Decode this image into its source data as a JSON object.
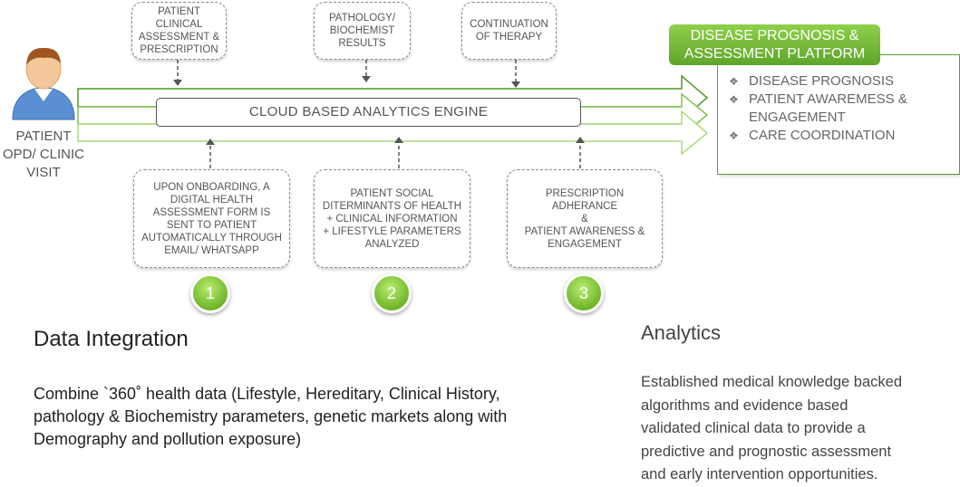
{
  "patient": {
    "label": "PATIENT\nOPD/ CLINIC\nVISIT"
  },
  "top_boxes": [
    {
      "text": "PATIENT\nCLINICAL\nASSESSMENT &\nPRESCRIPTION"
    },
    {
      "text": "PATHOLOGY/\nBIOCHEMIST\nRESULTS"
    },
    {
      "text": "CONTINUATION\nOF THERAPY"
    }
  ],
  "engine": {
    "label": "CLOUD BASED ANALYTICS ENGINE"
  },
  "bottom_boxes": [
    {
      "text": "UPON ONBOARDING, A\nDIGITAL HEALTH\nASSESSMENT FORM IS\nSENT TO PATIENT\nAUTOMATICALLY THROUGH\nEMAIL/ WHATSAPP"
    },
    {
      "text": "PATIENT SOCIAL\nDITERMINANTS OF HEALTH\n+ CLINICAL INFORMATION\n+ LIFESTYLE PARAMETERS\nANALYZED"
    },
    {
      "text": "PRESCRIPTION\nADHERANCE\n&\nPATIENT AWARENESS &\nENGAGEMENT"
    }
  ],
  "steps": [
    "1",
    "2",
    "3"
  ],
  "platform": {
    "title": "DISEASE PROGNOSIS &\nASSESSMENT PLATFORM",
    "items": [
      "DISEASE PROGNOSIS",
      "PATIENT AWAREMESS & ENGAGEMENT",
      "CARE COORDINATION"
    ]
  },
  "data_integration": {
    "heading": "Data Integration",
    "text": "Combine `360˚ health data (Lifestyle, Hereditary, Clinical History,\npathology & Biochemistry parameters, genetic markets along with\nDemography and pollution exposure)"
  },
  "analytics": {
    "heading": "Analytics",
    "text": "Established medical knowledge backed\nalgorithms and evidence based\nvalidated clinical data to provide a\npredictive and prognostic assessment\nand early intervention opportunities."
  },
  "colors": {
    "accent_green": "#5aa02c",
    "light_green": "#8fd04a"
  }
}
